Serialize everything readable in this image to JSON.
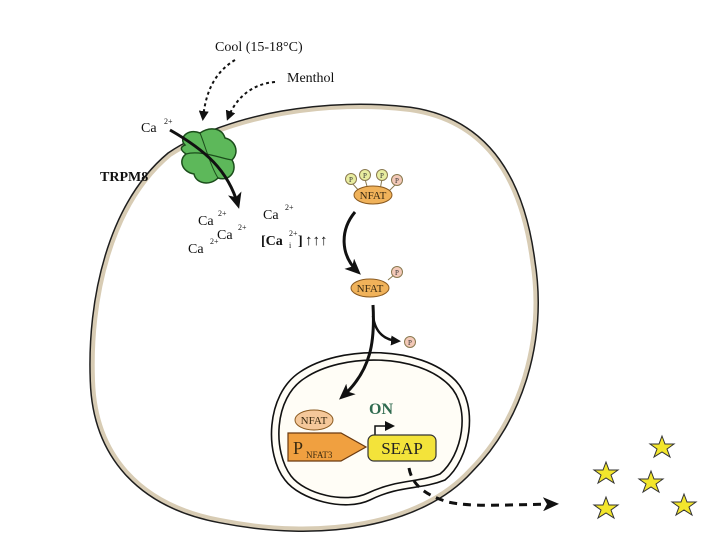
{
  "stimuli": {
    "cool_label": "Cool (15-18°C)",
    "menthol_label": "Menthol"
  },
  "channel": {
    "name": "TRPM8",
    "ion_outside": "Ca",
    "ion_charge": "2+"
  },
  "cytoplasm": {
    "ions": [
      {
        "label": "Ca",
        "charge": "2+"
      },
      {
        "label": "Ca",
        "charge": "2+"
      },
      {
        "label": "Ca",
        "charge": "2+"
      },
      {
        "label": "Ca",
        "charge": "2+"
      }
    ],
    "concentration_label_prefix": "[Ca",
    "concentration_sub": "i",
    "concentration_sup": "2+",
    "concentration_label_suffix": "]",
    "increase_arrows": "↑↑↑"
  },
  "nfat": {
    "phosphorylated_label": "NFAT",
    "partially_dephosphorylated_label": "NFAT",
    "nuclear_label": "NFAT",
    "phosphate_label": "P"
  },
  "nucleus": {
    "promoter_label": "P",
    "promoter_sub": "NFAT3",
    "status_label": "ON",
    "reporter_label": "SEAP"
  },
  "colors": {
    "membrane_fill": "#d8ccb4",
    "membrane_stroke": "#1e1e1e",
    "channel_green": "#5db85a",
    "nfat_orange": "#f0b25a",
    "nuclear_nfat": "#f5c89a",
    "promoter_orange": "#f0a040",
    "seap_yellow": "#f3e33a",
    "star_yellow": "#f3e62c",
    "on_green": "#2f6a4f",
    "p_green": "#e8eda0",
    "p_pink": "#f3c9b8",
    "nucleus_fill": "#fffdf6"
  }
}
